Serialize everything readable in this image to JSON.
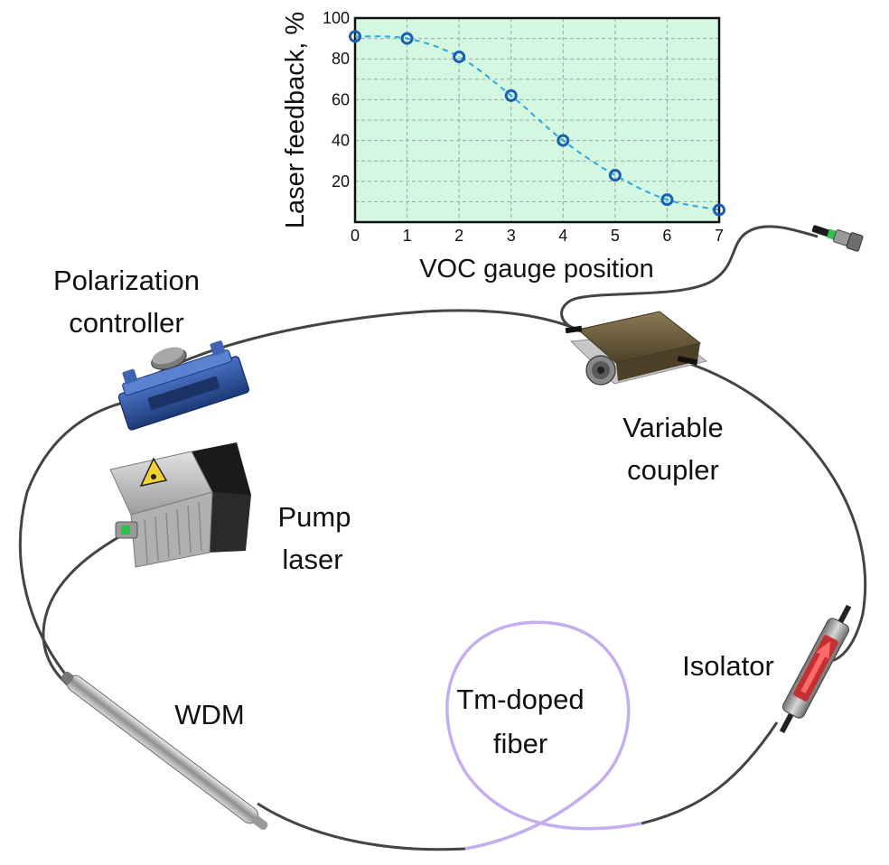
{
  "labels": {
    "polarization_line1": "Polarization",
    "polarization_line2": "controller",
    "pump_line1": "Pump",
    "pump_line2": "laser",
    "coupler_line1": "Variable",
    "coupler_line2": "coupler",
    "isolator": "Isolator",
    "wdm": "WDM",
    "fiber_line1": "Tm-doped",
    "fiber_line2": "fiber"
  },
  "chart_data": {
    "type": "scatter",
    "xlabel": "VOC gauge position",
    "ylabel": "Laser feedback, %",
    "x": [
      0,
      1,
      2,
      3,
      4,
      5,
      6,
      7
    ],
    "y": [
      91,
      90,
      81,
      62,
      40,
      23,
      11,
      6
    ],
    "xlim": [
      0,
      7
    ],
    "ylim": [
      0,
      100
    ],
    "xticks": [
      0,
      1,
      2,
      3,
      4,
      5,
      6,
      7
    ],
    "yticks": [
      20,
      40,
      60,
      80,
      100
    ],
    "grid": true,
    "fit_line": "dashed",
    "colors": {
      "background": "#d4f7e2",
      "marker": "#1a5fb0",
      "fit": "#2aa6e0"
    }
  },
  "colors": {
    "fiber": "#444444",
    "doped_fiber": "#c4aef0",
    "coupler_body": "#6b5a3c",
    "polarization_body": "#2b4f9e",
    "pump_body": "#c4c4c4",
    "isolator_arrow": "#d83a3a"
  }
}
